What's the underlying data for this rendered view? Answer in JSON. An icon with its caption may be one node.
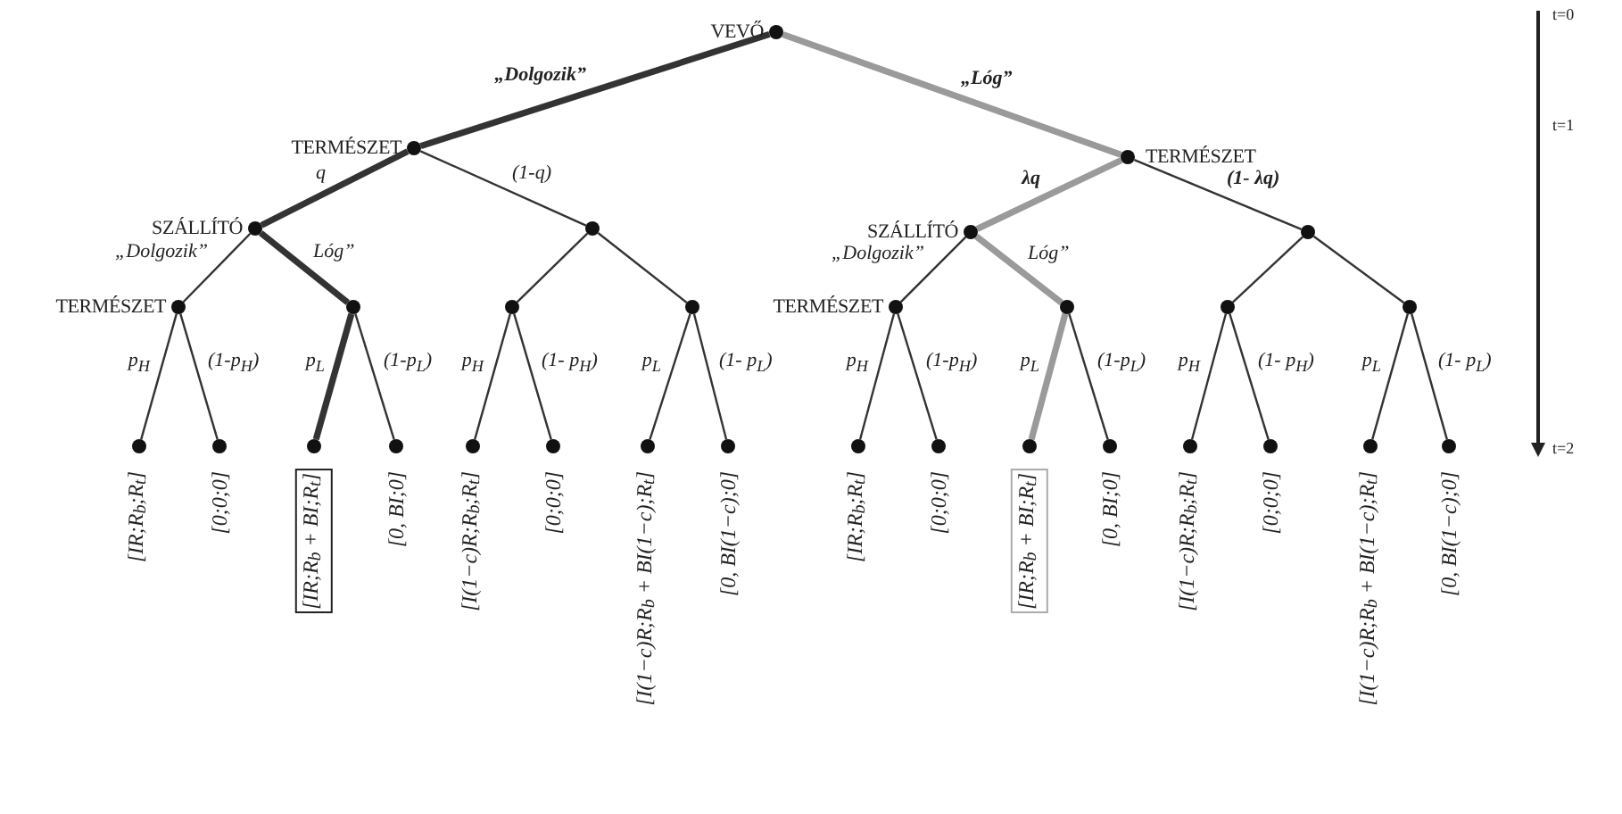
{
  "diagram": {
    "nodes": [
      {
        "text": [
          "VEVŐ"
        ]
      },
      {
        "text": [
          "TERMÉSZET"
        ]
      },
      {
        "text": [
          "TERMÉSZET"
        ]
      },
      {
        "text": [
          "SZÁLLÍTÓ"
        ]
      },
      {
        "text": [],
        "shape": "circle"
      },
      {
        "text": [
          "SZÁLLÍTÓ"
        ]
      },
      {
        "text": [],
        "shape": "circle"
      },
      {
        "text": [
          "TERMÉSZET"
        ]
      },
      {
        "text": [],
        "shape": "circle"
      },
      {
        "text": [],
        "shape": "circle"
      },
      {
        "text": [],
        "shape": "circle"
      },
      {
        "text": [
          "TERMÉSZET"
        ]
      },
      {
        "text": [],
        "shape": "circle"
      },
      {
        "text": [],
        "shape": "circle"
      },
      {
        "text": [],
        "shape": "circle"
      },
      {
        "text": [
          "[IR;R$_{b}$;R$_{t}$]"
        ]
      },
      {
        "text": [
          "[0;0;0]"
        ]
      },
      {
        "text": [
          "[IR;R$_{b}$ + BI;R$_{t}$]"
        ]
      },
      {
        "text": [
          "[0, BI;0]"
        ]
      },
      {
        "text": [
          "[I(1−c)R;R$_{b}$;R$_{t}$]"
        ]
      },
      {
        "text": [
          "[0;0;0]"
        ]
      },
      {
        "text": [
          "[I(1−c)R;R$_{b}$ + BI(1−c);R$_{t}$]"
        ]
      },
      {
        "text": [
          "[0, BI(1−c);0]"
        ]
      },
      {
        "text": [
          "[IR;R$_{b}$;R$_{t}$]"
        ]
      },
      {
        "text": [
          "[0;0;0]"
        ]
      },
      {
        "text": [
          "[IR;R$_{b}$ + BI;R$_{t}$]"
        ]
      },
      {
        "text": [
          "[0, BI;0]"
        ]
      },
      {
        "text": [
          "[I(1−c)R;R$_{b}$;R$_{t}$]"
        ]
      },
      {
        "text": [
          "[0;0;0]"
        ]
      },
      {
        "text": [
          "[I(1−c)R;R$_{b}$ + BI(1−c);R$_{t}$]"
        ]
      },
      {
        "text": [
          "[0, BI(1−c);0]"
        ]
      }
    ],
    "edges": [
      {
        "from": 0,
        "to": 1,
        "arrow": "none",
        "label": "„Dolgozik”",
        "style": "thick"
      },
      {
        "from": 0,
        "to": 2,
        "arrow": "none",
        "label": "„Lóg”",
        "style": "thick",
        "color": "#9a9a9a"
      },
      {
        "from": 1,
        "to": 3,
        "arrow": "none",
        "label": "q",
        "style": "thick"
      },
      {
        "from": 1,
        "to": 4,
        "arrow": "none",
        "label": "(1-q)"
      },
      {
        "from": 2,
        "to": 5,
        "arrow": "none",
        "label": "λq",
        "style": "thick",
        "color": "#9a9a9a"
      },
      {
        "from": 2,
        "to": 6,
        "arrow": "none",
        "label": "(1- λq)"
      },
      {
        "from": 3,
        "to": 7,
        "arrow": "none",
        "label": "„Dolgozik”"
      },
      {
        "from": 3,
        "to": 8,
        "arrow": "none",
        "label": "Lóg”",
        "style": "thick"
      },
      {
        "from": 4,
        "to": 9,
        "arrow": "none"
      },
      {
        "from": 4,
        "to": 10,
        "arrow": "none"
      },
      {
        "from": 5,
        "to": 11,
        "arrow": "none",
        "label": "„Dolgozik”"
      },
      {
        "from": 5,
        "to": 12,
        "arrow": "none",
        "label": "Lóg”",
        "style": "thick",
        "color": "#9a9a9a"
      },
      {
        "from": 6,
        "to": 13,
        "arrow": "none"
      },
      {
        "from": 6,
        "to": 14,
        "arrow": "none"
      },
      {
        "from": 7,
        "to": 15,
        "arrow": "none",
        "label": "p$_{H}$"
      },
      {
        "from": 7,
        "to": 16,
        "arrow": "none",
        "label": "(1-p$_{H}$)"
      },
      {
        "from": 8,
        "to": 17,
        "arrow": "none",
        "label": "p$_{L}$",
        "style": "thick"
      },
      {
        "from": 8,
        "to": 18,
        "arrow": "none",
        "label": "(1-p$_{L}$)"
      },
      {
        "from": 9,
        "to": 19,
        "arrow": "none",
        "label": "p$_{H}$"
      },
      {
        "from": 9,
        "to": 20,
        "arrow": "none",
        "label": "(1- p$_{H}$)"
      },
      {
        "from": 10,
        "to": 21,
        "arrow": "none",
        "label": "p$_{L}$"
      },
      {
        "from": 10,
        "to": 22,
        "arrow": "none",
        "label": "(1- p$_{L}$)"
      },
      {
        "from": 11,
        "to": 23,
        "arrow": "none",
        "label": "p$_{H}$"
      },
      {
        "from": 11,
        "to": 24,
        "arrow": "none",
        "label": "(1-p$_{H}$)"
      },
      {
        "from": 12,
        "to": 25,
        "arrow": "none",
        "label": "p$_{L}$",
        "style": "thick",
        "color": "#9a9a9a"
      },
      {
        "from": 12,
        "to": 26,
        "arrow": "none",
        "label": "(1-p$_{L}$)"
      },
      {
        "from": 13,
        "to": 27,
        "arrow": "none",
        "label": "p$_{H}$"
      },
      {
        "from": 13,
        "to": 28,
        "arrow": "none",
        "label": "(1- p$_{H}$)"
      },
      {
        "from": 14,
        "to": 29,
        "arrow": "none",
        "label": "p$_{L}$"
      },
      {
        "from": 14,
        "to": 30,
        "arrow": "none",
        "label": "(1- p$_{L}$)"
      }
    ],
    "labels": [
      "t=0",
      "t=1",
      "t=2"
    ]
  }
}
